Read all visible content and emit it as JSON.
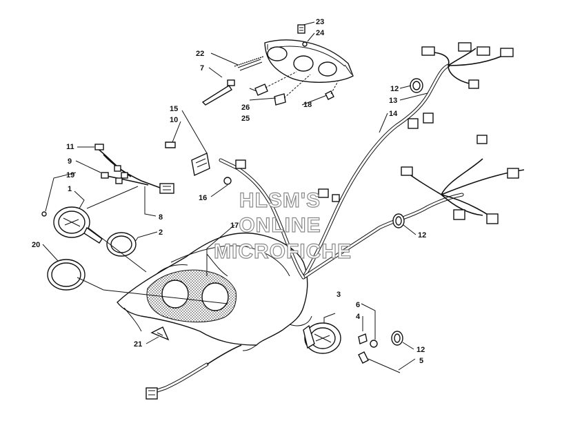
{
  "watermark": [
    "HLSM'S",
    "ONLINE",
    "MICROFICHE"
  ],
  "callouts": [
    {
      "id": "c1",
      "text": "1"
    },
    {
      "id": "c2",
      "text": "2"
    },
    {
      "id": "c3",
      "text": "3"
    },
    {
      "id": "c4",
      "text": "4"
    },
    {
      "id": "c5",
      "text": "5"
    },
    {
      "id": "c6",
      "text": "6"
    },
    {
      "id": "c7",
      "text": "7"
    },
    {
      "id": "c8",
      "text": "8"
    },
    {
      "id": "c9",
      "text": "9"
    },
    {
      "id": "c10",
      "text": "10"
    },
    {
      "id": "c11",
      "text": "11"
    },
    {
      "id": "c12a",
      "text": "12"
    },
    {
      "id": "c12b",
      "text": "12"
    },
    {
      "id": "c12c",
      "text": "12"
    },
    {
      "id": "c13",
      "text": "13"
    },
    {
      "id": "c14",
      "text": "14"
    },
    {
      "id": "c15",
      "text": "15"
    },
    {
      "id": "c16",
      "text": "16"
    },
    {
      "id": "c17",
      "text": "17"
    },
    {
      "id": "c18",
      "text": "18"
    },
    {
      "id": "c19",
      "text": "19"
    },
    {
      "id": "c20",
      "text": "20"
    },
    {
      "id": "c21",
      "text": "21"
    },
    {
      "id": "c22",
      "text": "22"
    },
    {
      "id": "c23",
      "text": "23"
    },
    {
      "id": "c24",
      "text": "24"
    },
    {
      "id": "c25",
      "text": "25"
    },
    {
      "id": "c26",
      "text": "26"
    }
  ]
}
